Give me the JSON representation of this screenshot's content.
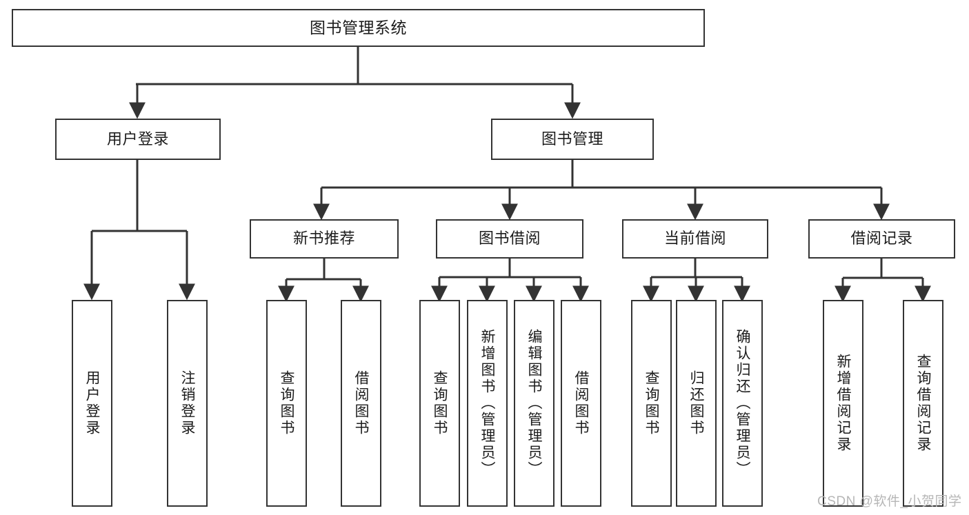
{
  "diagram": {
    "title_node": {
      "id": "root",
      "label": "图书管理系统"
    },
    "level2": [
      {
        "id": "user-login",
        "label": "用户登录"
      },
      {
        "id": "book-management",
        "label": "图书管理"
      }
    ],
    "level3": [
      {
        "id": "new-book-recommend",
        "label": "新书推荐"
      },
      {
        "id": "book-borrow",
        "label": "图书借阅"
      },
      {
        "id": "current-borrow",
        "label": "当前借阅"
      },
      {
        "id": "borrow-record",
        "label": "借阅记录"
      }
    ],
    "leaves": {
      "user_login": [
        {
          "id": "leaf-user-login",
          "label": "用户登录"
        },
        {
          "id": "leaf-logout-login",
          "label": "注销登录"
        }
      ],
      "new_book_recommend": [
        {
          "id": "leaf-query-book-1",
          "label": "查询图书"
        },
        {
          "id": "leaf-borrow-book-1",
          "label": "借阅图书"
        }
      ],
      "book_borrow": [
        {
          "id": "leaf-query-book-2",
          "label": "查询图书"
        },
        {
          "id": "leaf-add-book-admin",
          "label": "新增图书（管理员）"
        },
        {
          "id": "leaf-edit-book-admin",
          "label": "编辑图书（管理员）"
        },
        {
          "id": "leaf-borrow-book-2",
          "label": "借阅图书"
        }
      ],
      "current_borrow": [
        {
          "id": "leaf-query-book-3",
          "label": "查询图书"
        },
        {
          "id": "leaf-return-book",
          "label": "归还图书"
        },
        {
          "id": "leaf-confirm-return-admin",
          "label": "确认归还（管理员）"
        }
      ],
      "borrow_record": [
        {
          "id": "leaf-add-borrow-record",
          "label": "新增借阅记录"
        },
        {
          "id": "leaf-query-borrow-record",
          "label": "查询借阅记录"
        }
      ]
    },
    "watermark": "CSDN @软件_小贺同学",
    "colors": {
      "border": "#333333",
      "text": "#1b1b1b",
      "background": "#ffffff",
      "watermark": "#b6b6b6"
    }
  }
}
